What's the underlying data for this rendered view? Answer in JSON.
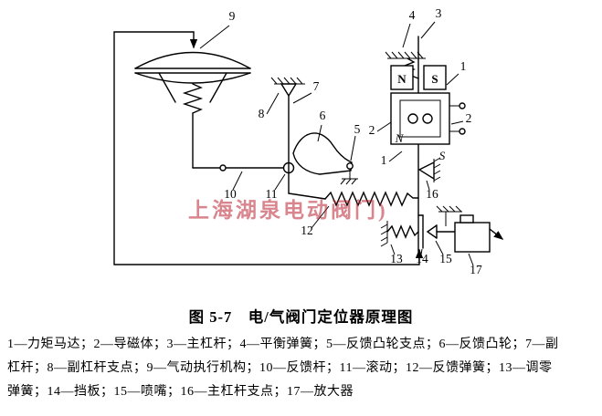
{
  "diagram": {
    "nums": {
      "1": "1",
      "2": "2",
      "3": "3",
      "4": "4",
      "5": "5",
      "6": "6",
      "7": "7",
      "8": "8",
      "9": "9",
      "10": "10",
      "11": "11",
      "12": "12",
      "13": "13",
      "14": "14",
      "15": "15",
      "16": "16",
      "17": "17"
    },
    "poles": {
      "n": "N",
      "s": "S"
    },
    "watermark": "上海湖泉电动阀门)"
  },
  "caption": {
    "text": "图 5-7　电/气阀门定位器原理图"
  },
  "legend": {
    "line1": "1—力矩马达；2—导磁体；3—主杠杆；4—平衡弹簧；5—反馈凸轮支点；6—反馈凸轮；7—副",
    "line2": "杠杆；8—副杠杆支点；9—气动执行机构；10—反馈杆；11—滚动；12—反馈弹簧；13—调零",
    "line3": "弹簧；14—挡板；15—喷嘴；16—主杠杆支点；17—放大器"
  }
}
